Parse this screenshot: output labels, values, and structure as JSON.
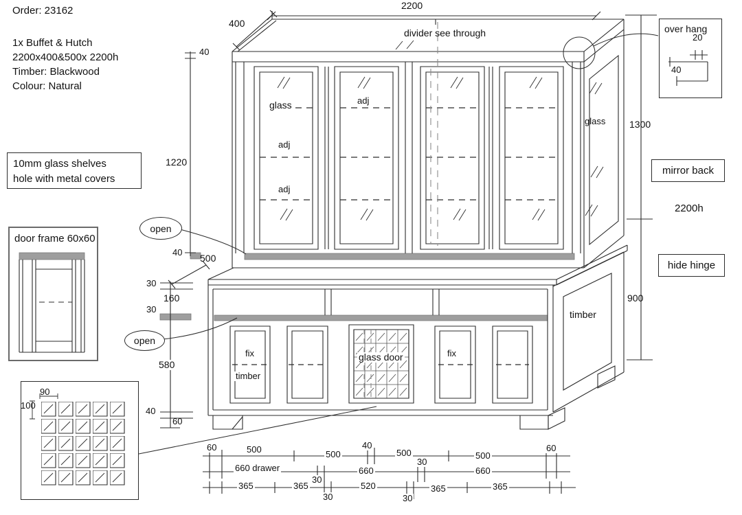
{
  "header": {
    "order": "Order: 23162",
    "spec": [
      "1x Buffet & Hutch",
      "2200x400&500x 2200h",
      "Timber: Blackwood",
      "Colour: Natural"
    ]
  },
  "notes": {
    "glass_shelves": [
      "10mm glass shelves",
      "hole with metal covers"
    ],
    "door_frame": "door frame 60x60",
    "over_hang": "over hang",
    "mirror_back": "mirror back",
    "hide_hinge": "hide hinge"
  },
  "callouts": {
    "divider": "divider see through",
    "open": [
      "open",
      "open"
    ],
    "adj": [
      "adj",
      "adj",
      "adj"
    ],
    "glass_front": "glass",
    "glass_side": "glass",
    "fix_left": "fix",
    "fix_right": "fix",
    "timber_door": "timber",
    "timber_side": "timber",
    "glass_door": "glass door"
  },
  "dims": {
    "top_width": "2200",
    "top_depth": "400",
    "cornice": "40",
    "hutch_height": "1220",
    "counter_thickness": "40",
    "depth": "500",
    "top30": "30",
    "shelf_gap": "160",
    "rail30": "30",
    "door_height": "580",
    "kick": "40",
    "foot": "60",
    "side_upper": "1300",
    "overall": "2200h",
    "side_lower": "900",
    "overhang20": "20",
    "overhang40": "40",
    "grid90": "90",
    "grid100": "100",
    "row1": [
      "60",
      "500",
      "500",
      "40",
      "500",
      "30",
      "500",
      "60"
    ],
    "row2": [
      "660 drawer",
      "30",
      "660",
      "660"
    ],
    "row3": [
      "365",
      "365",
      "30",
      "520",
      "30",
      "365",
      "365"
    ]
  },
  "colors": {
    "line": "#2b2b2b",
    "gray_fill": "#9e9e9e",
    "background": "#ffffff"
  }
}
